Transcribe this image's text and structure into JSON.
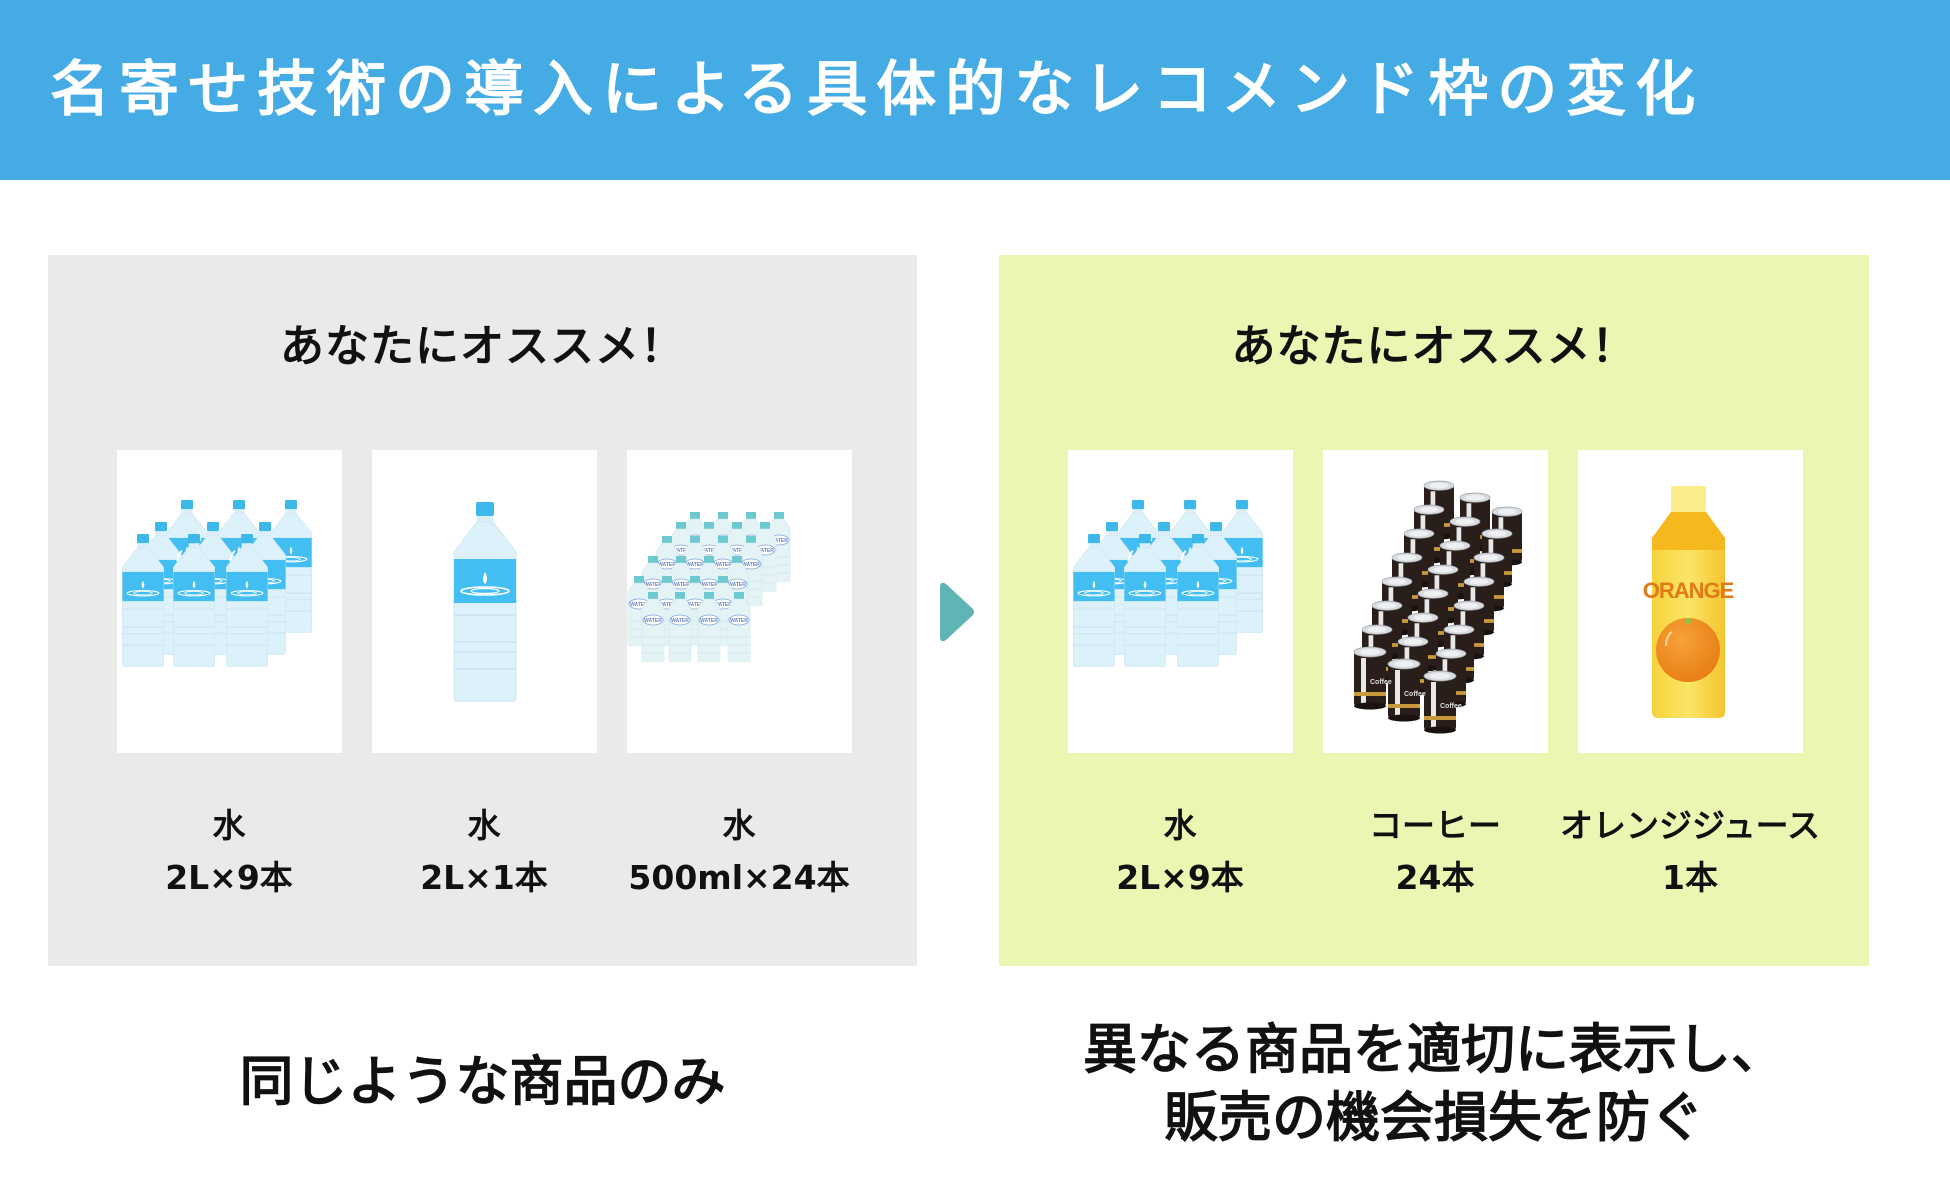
{
  "header": {
    "title": "名寄せ技術の導入による具体的なレコメンド枠の変化",
    "background_color": "#45ABE4"
  },
  "before": {
    "panel_color": "#EAEAEA",
    "title": "あなたにオススメ！",
    "items": [
      {
        "image": "water-2l-9-bottles",
        "name": "水",
        "quantity": "2L×9本"
      },
      {
        "image": "water-2l-1-bottle",
        "name": "水",
        "quantity": "2L×1本"
      },
      {
        "image": "water-500ml-24-bottles",
        "name": "水",
        "quantity": "500ml×24本"
      }
    ],
    "caption": [
      "同じような商品のみ"
    ]
  },
  "arrow": {
    "icon": "chevron-right-icon",
    "color": "#5FB5B5"
  },
  "after": {
    "panel_color": "#EAF7B2",
    "title": "あなたにオススメ！",
    "items": [
      {
        "image": "water-2l-9-bottles",
        "name": "水",
        "quantity": "2L×9本"
      },
      {
        "image": "coffee-cans-24",
        "name": "コーヒー",
        "quantity": "24本",
        "can_label": "Coffee"
      },
      {
        "image": "orange-juice-bottle",
        "name": "オレンジジュース",
        "quantity": "1本",
        "bottle_label": "ORANGE"
      }
    ],
    "caption": [
      "異なる商品を適切に表示し、",
      "販売の機会損失を防ぐ"
    ]
  }
}
